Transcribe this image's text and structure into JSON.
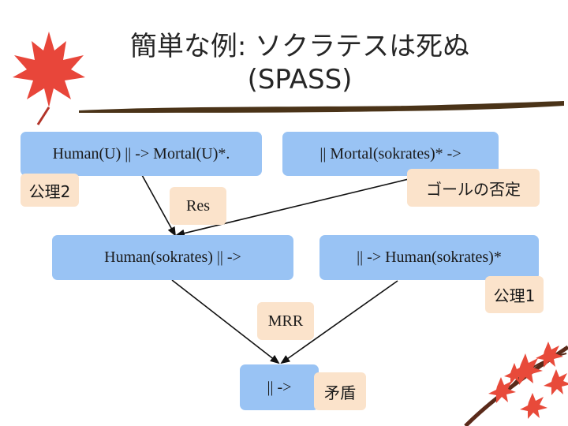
{
  "slide": {
    "title_line1": "簡単な例: ソクラテスは死ぬ",
    "title_line2": "(SPASS)"
  },
  "nodes": {
    "clause_1": "Human(U) || -> Mortal(U)*.",
    "clause_2": "|| Mortal(sokrates)* ->",
    "clause_3": "Human(sokrates) || ->",
    "clause_4": "|| -> Human(sokrates)*",
    "clause_5": "|| ->"
  },
  "labels": {
    "axiom_2": "公理2",
    "goal_negation": "ゴールの否定",
    "res": "Res",
    "axiom_1": "公理1",
    "mrr": "MRR",
    "contradiction": "矛盾"
  },
  "colors": {
    "node_fill": "#99c3f4",
    "label_fill": "#fbe3cb",
    "maple_leaf": "#e8463a",
    "divider": "#4a3318"
  },
  "icons": [
    "maple-leaf-icon",
    "maple-branch-icon"
  ]
}
